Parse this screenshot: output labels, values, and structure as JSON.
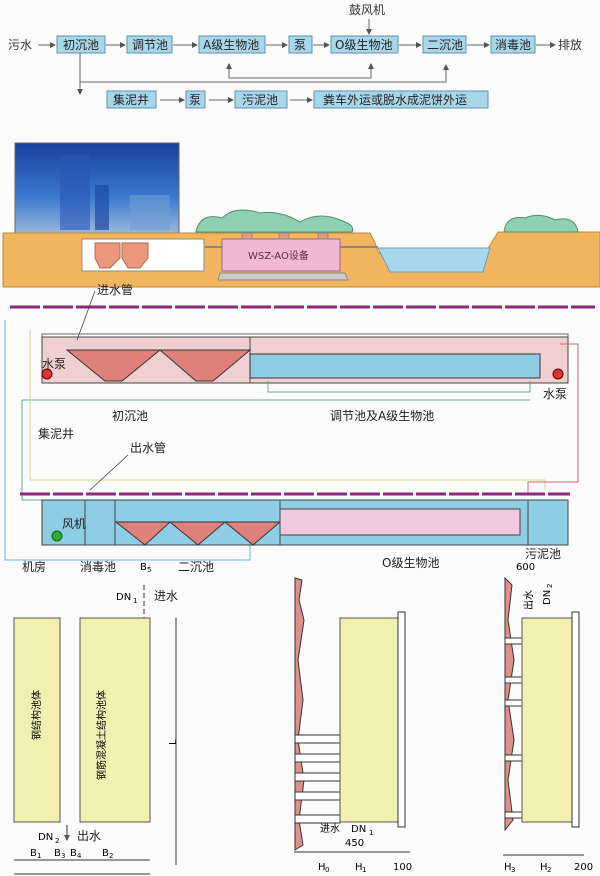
{
  "flowchart": {
    "input": "污水",
    "output": "排放",
    "blower": "鼓风机",
    "main_steps": [
      "初沉池",
      "调节池",
      "A级生物池",
      "泵",
      "O级生物池",
      "二沉池",
      "消毒池"
    ],
    "sludge_steps": [
      "集泥井",
      "泵",
      "污泥池",
      "粪车外运或脱水成泥饼外运"
    ]
  },
  "scene": {
    "equipment_label": "WSZ-AO设备"
  },
  "process": {
    "inlet_pipe": "进水管",
    "outlet_pipe": "出水管",
    "pump_left": "水泵",
    "pump_right": "水泵",
    "sludge_well": "集泥井",
    "primary_tank": "初沉池",
    "regulating_tank": "调节池及A级生物池",
    "blower": "风机",
    "machine_room": "机房",
    "disinfection_tank": "消毒池",
    "secondary_tank": "二沉池",
    "o_tank": "O级生物池",
    "sludge_tank": "污泥池",
    "colors": {
      "pink": "#f0cfd0",
      "blue": "#8ecde3",
      "cone": "#e0807a",
      "grass": "#8b2a7a"
    }
  },
  "layout_plan": {
    "steel_tank": "钢结构池体",
    "concrete_tank": "钢筋混凝土结构池体",
    "b5": "B",
    "b5_sub": "5",
    "dn1": "DN",
    "dn1_sub": "1",
    "inlet": "进水",
    "outlet": "出水",
    "dn2": "DN",
    "dn2_sub": "2",
    "L": "L",
    "b_labels": [
      [
        "B",
        "1"
      ],
      [
        "B",
        "3"
      ],
      [
        "B",
        "4"
      ],
      [
        "B",
        "2"
      ]
    ]
  },
  "section_mid": {
    "inlet": "进水",
    "dn": "DN",
    "dn_sub": "1",
    "dim_450": "450",
    "dim_100": "100",
    "h0": [
      "H",
      "0"
    ],
    "h1": [
      "H",
      "1"
    ]
  },
  "section_right": {
    "dim_600": "600",
    "outlet": "出水",
    "dn": "DN",
    "dn_sub": "2",
    "h3": [
      "H",
      "3"
    ],
    "h2": [
      "H",
      "2"
    ],
    "dim_200": "200"
  }
}
